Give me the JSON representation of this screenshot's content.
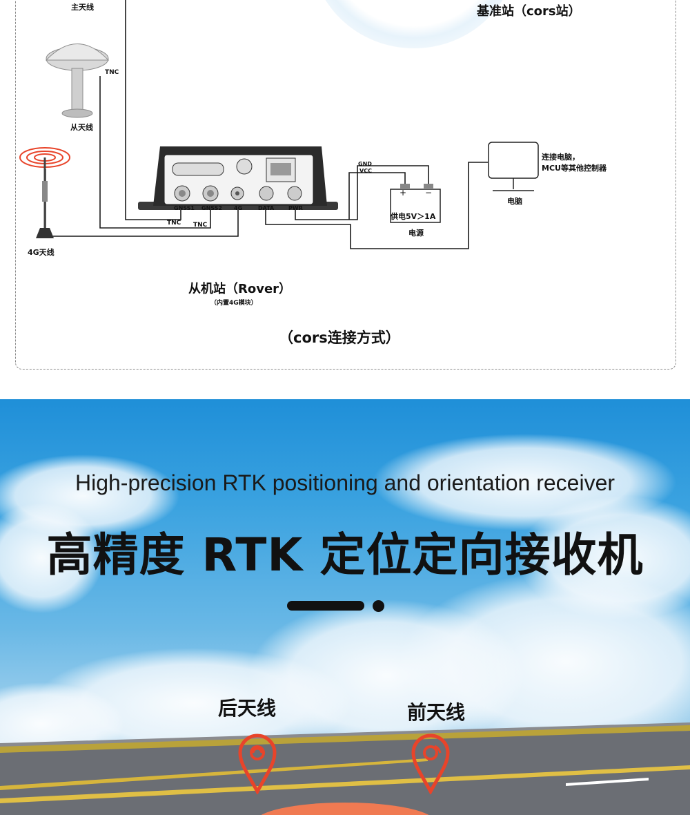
{
  "diagram": {
    "main_antenna": "主天线",
    "base_station": "基准站（cors站）",
    "tnc_top": "TNC",
    "slave_antenna": "从天线",
    "antenna_4g": "4G天线",
    "ports": [
      "GNSS1",
      "GNSS2",
      "4G",
      "DATA",
      "PWR"
    ],
    "tnc_left": "TNC",
    "tnc_right": "TNC",
    "gnd": "GND",
    "vcc": "VCC",
    "supply": "供电5V＞1A",
    "power": "电源",
    "computer_note_1": "连接电脑，",
    "computer_note_2": "MCU等其他控制器",
    "computer": "电脑",
    "rover": "从机站（Rover）",
    "rover_note": "（内置4G模块）",
    "caption": "（cors连接方式）",
    "battery_plus": "+",
    "battery_minus": "−"
  },
  "hero": {
    "subtitle": "High-precision RTK positioning and orientation receiver",
    "title": "高精度 RTK 定位定向接收机",
    "rear_antenna": "后天线",
    "front_antenna": "前天线"
  },
  "colors": {
    "pin": "#e8442a",
    "sky": "#3aa2e0",
    "road": "#6b6e74"
  }
}
